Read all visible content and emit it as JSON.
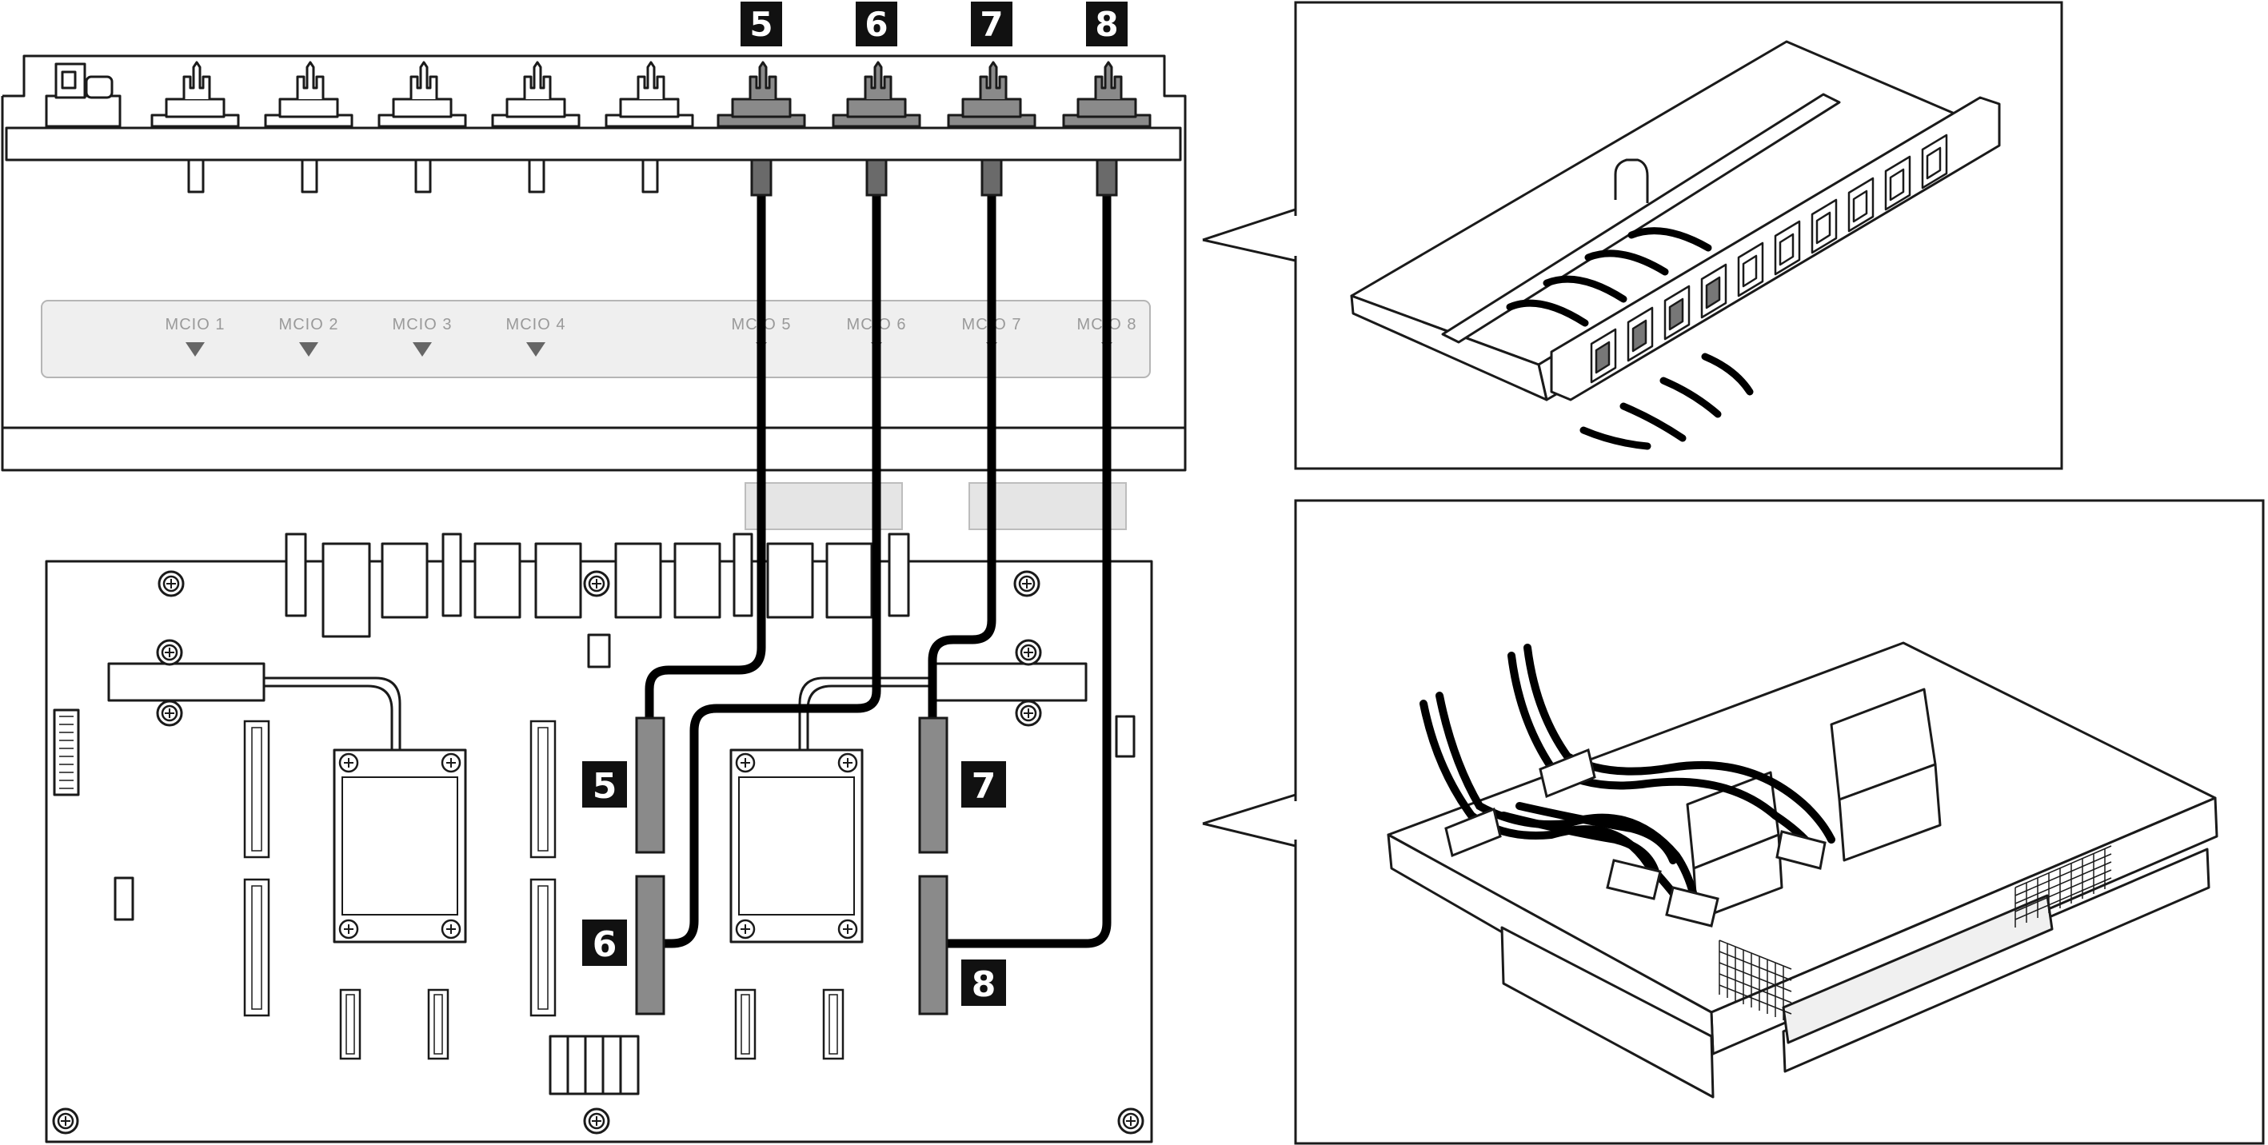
{
  "top_callouts": [
    "5",
    "6",
    "7",
    "8"
  ],
  "connector_labels": [
    "MCIO 1",
    "MCIO 2",
    "MCIO 3",
    "MCIO 4",
    "MCIO 5",
    "MCIO 6",
    "MCIO 7",
    "MCIO 8"
  ],
  "board_callouts": [
    "5",
    "6",
    "7",
    "8"
  ],
  "colors": {
    "stroke": "#1a1a1a",
    "cable": "#000000",
    "label_bg": "#111111",
    "label_fg": "#ffffff",
    "panel_fill": "#efefef",
    "connector_fill": "#8a8a8a",
    "grey_text": "#9a9a9a"
  },
  "icons": {
    "triangle_marker": "down-triangle-icon",
    "screw": "screw-icon"
  }
}
